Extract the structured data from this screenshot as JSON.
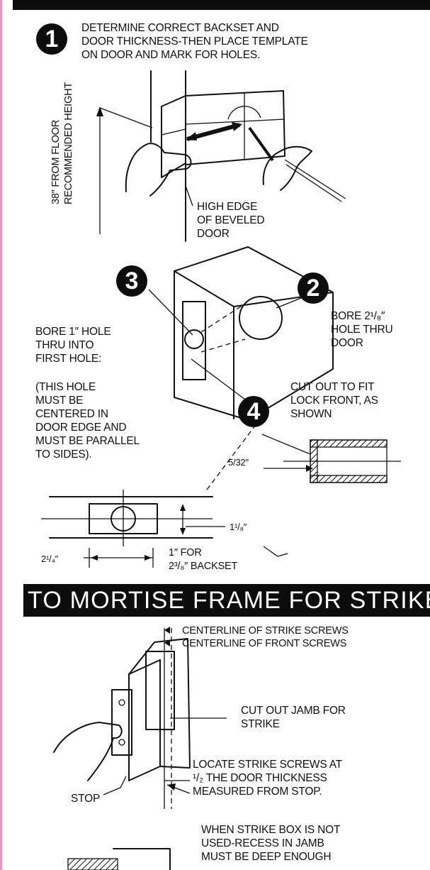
{
  "step1": {
    "number": "1",
    "instruction": "DETERMINE CORRECT BACKSET AND\nDOOR THICKNESS-THEN PLACE TEMPLATE\nON DOOR AND MARK FOR HOLES."
  },
  "height_label": "38″ FROM FLOOR\nRECOMMENDED HEIGHT",
  "high_edge_label": "HIGH EDGE\nOF BEVELED\nDOOR",
  "step2": {
    "number": "2",
    "instruction": "BORE 2¹/₈″\nHOLE THRU\nDOOR"
  },
  "step3": {
    "number": "3",
    "instruction": "BORE 1″ HOLE\nTHRU INTO\nFIRST HOLE:",
    "note": "(THIS HOLE\nMUST BE\nCENTERED IN\nDOOR EDGE AND\nMUST BE PARALLEL\nTO SIDES)."
  },
  "step4": {
    "number": "4",
    "instruction": "CUT OUT TO FIT\nLOCK FRONT, AS\nSHOWN"
  },
  "dimensions": {
    "depth": "5/32″",
    "height": "1¹/₈″",
    "width": "2¹/₄″",
    "backset": "1″ FOR\n2³/₈″ BACKSET"
  },
  "section_title": "TO MORTISE FRAME FOR STRIKE",
  "strike": {
    "centerline_strike": "CENTERLINE OF STRIKE SCREWS",
    "centerline_front": "CENTERLINE OF FRONT SCREWS",
    "cut_out": "CUT OUT JAMB FOR\nSTRIKE",
    "locate": "LOCATE STRIKE SCREWS AT\n¹/₂ THE DOOR THICKNESS\nMEASURED FROM STOP.",
    "stop": "STOP",
    "recess": "WHEN STRIKE BOX IS NOT\nUSED-RECESS IN JAMB\nMUST BE DEEP ENOUGH"
  },
  "colors": {
    "ink": "#111111",
    "bar": "#0d0d0d",
    "edge": "#e79ab7",
    "background": "#ffffff"
  }
}
